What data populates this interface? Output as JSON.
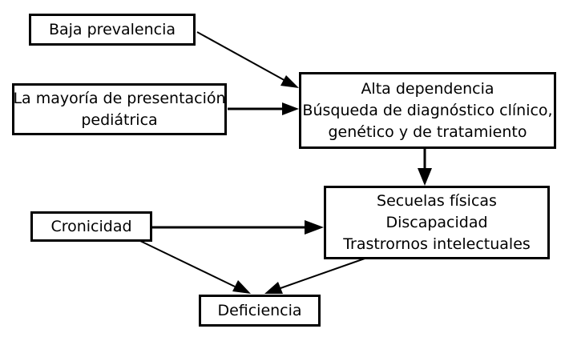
{
  "nodes": {
    "baja": {
      "lines": [
        "Baja prevalencia"
      ]
    },
    "mayoria": {
      "lines": [
        "La mayoría de presentación",
        "pediátrica"
      ]
    },
    "alta": {
      "lines": [
        "Alta dependencia",
        "Búsqueda de diagnóstico clínico,",
        "genético y de tratamiento"
      ]
    },
    "secuelas": {
      "lines": [
        "Secuelas físicas",
        "Discapacidad",
        "Trastrornos intelectuales"
      ]
    },
    "cronicidad": {
      "lines": [
        "Cronicidad"
      ]
    },
    "deficiencia": {
      "lines": [
        "Deficiencia"
      ]
    }
  },
  "edges": [
    {
      "from": "baja",
      "to": "alta"
    },
    {
      "from": "mayoria",
      "to": "alta"
    },
    {
      "from": "alta",
      "to": "secuelas"
    },
    {
      "from": "cronicidad",
      "to": "secuelas"
    },
    {
      "from": "cronicidad",
      "to": "deficiencia"
    },
    {
      "from": "secuelas",
      "to": "deficiencia"
    }
  ]
}
